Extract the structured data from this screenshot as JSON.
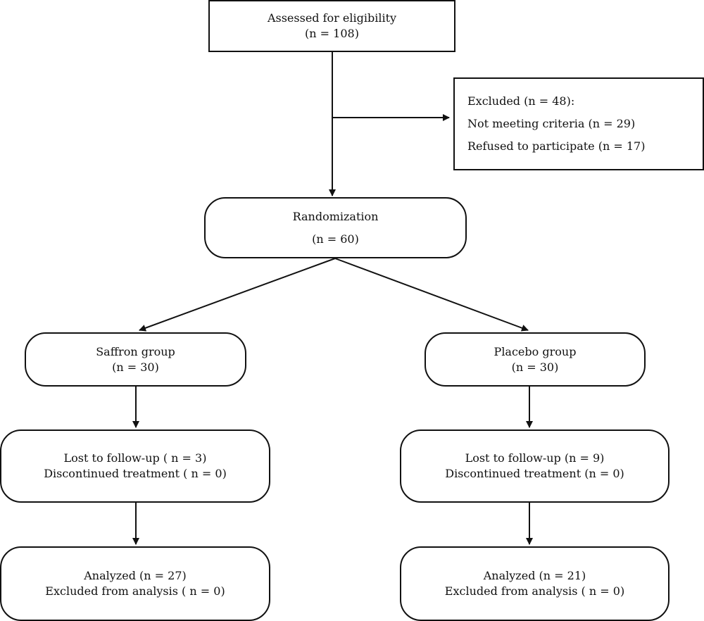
{
  "flow": {
    "eligibility": {
      "title": "Assessed for eligibility",
      "count": "(n = 108)"
    },
    "excluded": {
      "title": "Excluded (n = 48):",
      "reason1": "Not meeting criteria (n = 29)",
      "reason2": "Refused to participate (n = 17)"
    },
    "randomization": {
      "title": "Randomization",
      "count": "(n = 60)"
    },
    "saffron": {
      "group": {
        "title": "Saffron group",
        "count": "(n = 30)"
      },
      "followup": {
        "lost": "Lost to follow-up ( n = 3)",
        "discontinued": "Discontinued treatment ( n = 0)"
      },
      "analysis": {
        "analyzed": "Analyzed (n = 27)",
        "excluded": "Excluded from analysis ( n = 0)"
      }
    },
    "placebo": {
      "group": {
        "title": "Placebo group",
        "count": "(n = 30)"
      },
      "followup": {
        "lost": "Lost to follow-up (n = 9)",
        "discontinued": "Discontinued treatment (n = 0)"
      },
      "analysis": {
        "analyzed": "Analyzed (n = 21)",
        "excluded": "Excluded from analysis ( n = 0)"
      }
    }
  }
}
